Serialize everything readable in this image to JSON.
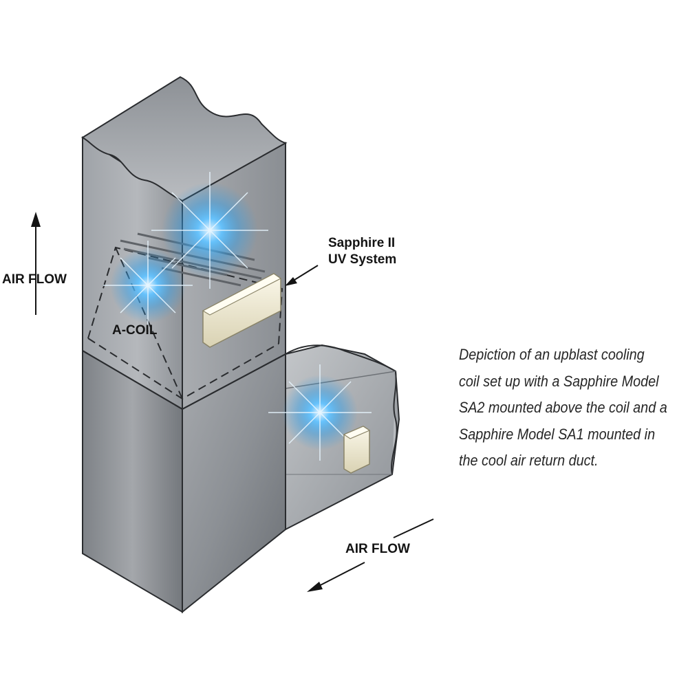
{
  "labels": {
    "air_flow_vertical": "AIR FLOW",
    "air_flow_horizontal": "AIR FLOW",
    "a_coil": "A-COIL",
    "uv_system_line1": "Sapphire II",
    "uv_system_line2": "UV System"
  },
  "caption": {
    "lines": [
      "Depiction of an upblast cooling",
      "coil set up with a Sapphire Model",
      "SA2 mounted above the coil and a",
      "Sapphire Model SA1 mounted in",
      "the cool air return duct."
    ]
  },
  "colors": {
    "duct_light": "#c9cbce",
    "duct_mid": "#9a9da2",
    "duct_dark": "#6f7378",
    "outline": "#2a2c2f",
    "uv_glow": "#4fb6ff",
    "uv_unit": "#f1ecd6",
    "text": "#141414",
    "caption_text": "#262626"
  }
}
